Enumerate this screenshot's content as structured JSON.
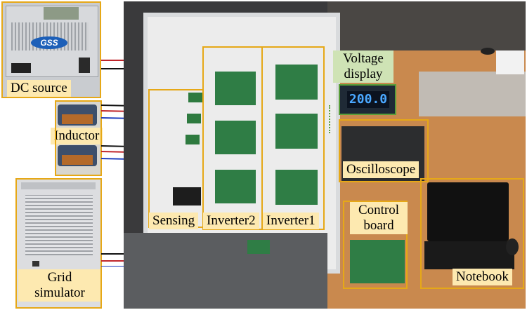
{
  "labels": {
    "dc_source": "DC source",
    "inductor": "Inductor",
    "grid_line1": "Grid",
    "grid_line2": "simulator",
    "sensing": "Sensing",
    "inverter2": "Inverter2",
    "inverter1": "Inverter1",
    "voltage_line1": "Voltage",
    "voltage_line2": "display",
    "oscilloscope": "Oscilloscope",
    "control_line1": "Control",
    "control_line2": "board",
    "notebook": "Notebook"
  },
  "device_text": {
    "brand_logo": "GSS",
    "voltage_reading": "200.0"
  },
  "colors": {
    "label_fill": "#fde9b0",
    "box_outline": "#e6a817",
    "voltage_label_fill": "#cfe3b5",
    "voltage_box_outline": "#5a9e3a",
    "display_digits": "#4aa8ff"
  }
}
